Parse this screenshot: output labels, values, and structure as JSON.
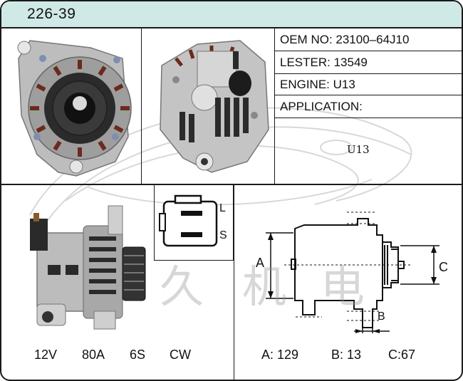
{
  "header": {
    "part_no": "226-39"
  },
  "info": {
    "oem_no": "OEM NO: 23100–64J10",
    "lester": "LESTER:  13549",
    "engine": "ENGINE:  U13",
    "application": "APPLICATION:"
  },
  "handwritten_note": "U13",
  "connector": {
    "terminal_l": "L",
    "terminal_s": "S"
  },
  "specs": {
    "voltage": "12V",
    "amperage": "80A",
    "pulley": "6S",
    "rotation": "CW"
  },
  "dimension_labels": {
    "a": "A",
    "b": "B",
    "c": "C"
  },
  "dimensions": {
    "a": "A: 129",
    "b": "B: 13",
    "c": "C:67"
  },
  "watermark": {
    "chars": [
      "久",
      "机",
      "电"
    ]
  },
  "colors": {
    "header_bg": "#cfe9e6",
    "line": "#1a1a1a"
  }
}
